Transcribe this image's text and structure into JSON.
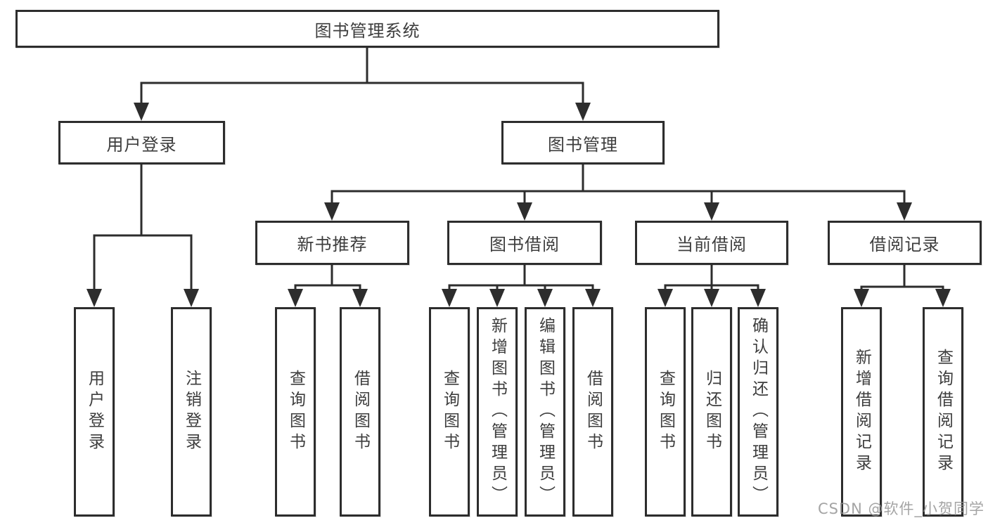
{
  "diagram": {
    "title_node": "图书管理系统",
    "colors": {
      "line": "#2d2d2d",
      "box_border": "#2d2d2d",
      "text": "#3d3d3d",
      "background": "#ffffff",
      "watermark": "#949494"
    },
    "tree": {
      "label": "图书管理系统",
      "children": [
        {
          "label": "用户登录",
          "children": [
            {
              "label": "用户登录"
            },
            {
              "label": "注销登录"
            }
          ]
        },
        {
          "label": "图书管理",
          "children": [
            {
              "label": "新书推荐",
              "children": [
                {
                  "label": "查询图书"
                },
                {
                  "label": "借阅图书"
                }
              ]
            },
            {
              "label": "图书借阅",
              "children": [
                {
                  "label": "查询图书"
                },
                {
                  "label": "新增图书（管理员）"
                },
                {
                  "label": "编辑图书（管理员）"
                },
                {
                  "label": "借阅图书"
                }
              ]
            },
            {
              "label": "当前借阅",
              "children": [
                {
                  "label": "查询图书"
                },
                {
                  "label": "归还图书"
                },
                {
                  "label": "确认归还（管理员）"
                }
              ]
            },
            {
              "label": "借阅记录",
              "children": [
                {
                  "label": "新增借阅记录"
                },
                {
                  "label": "查询借阅记录"
                }
              ]
            }
          ]
        }
      ]
    },
    "watermark": {
      "text": "CSDN @软件_小贺同学"
    }
  }
}
